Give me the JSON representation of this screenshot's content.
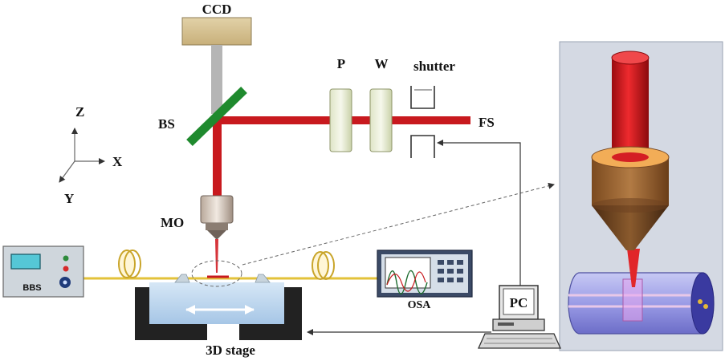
{
  "labels": {
    "ccd": "CCD",
    "bs": "BS",
    "p": "P",
    "w": "W",
    "shutter": "shutter",
    "fs": "FS",
    "mo": "MO",
    "axis_z": "Z",
    "axis_x": "X",
    "axis_y": "Y",
    "bbs": "BBS",
    "osa": "OSA",
    "pc": "PC",
    "stage": "3D stage"
  },
  "colors": {
    "laser": "#c8191e",
    "fiber": "#e3c23a",
    "splitter": "#1f8a2e",
    "ccd": "#d9c79a",
    "panel_bg": "#d4d9e3",
    "bath": "#bcd6ee",
    "lens_orange": "#f2ad57",
    "lens_brown": "#7a4a23",
    "cylinder": "#8f8fe0"
  }
}
